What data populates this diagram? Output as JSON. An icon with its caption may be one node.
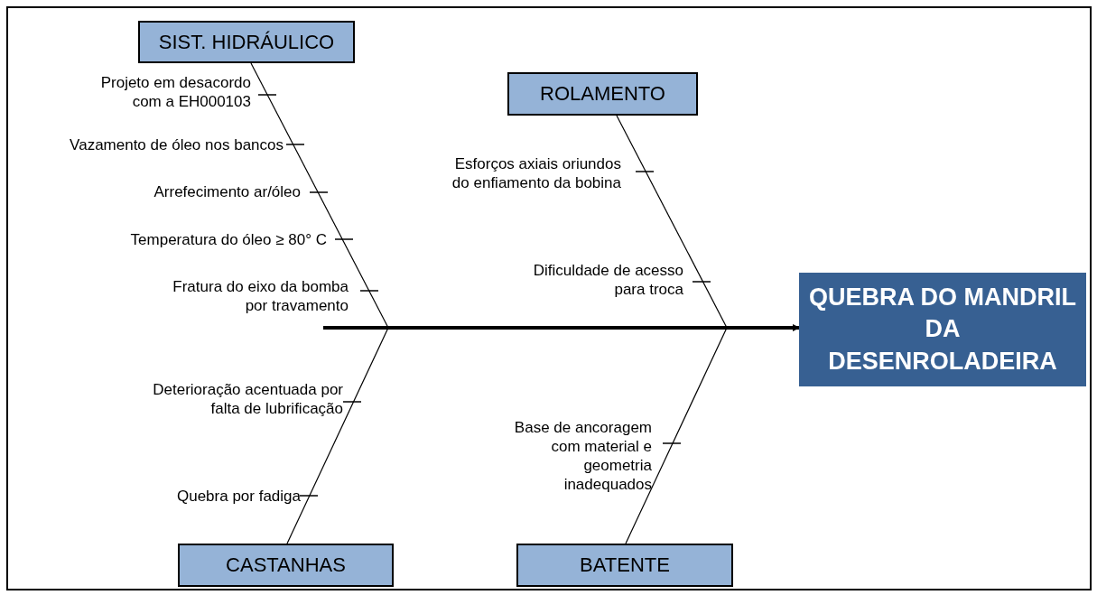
{
  "diagram": {
    "nodes": [
      {
        "text": [
          "SIST. HIDRÁULICO"
        ]
      },
      {
        "text": [
          "ROLAMENTO"
        ]
      },
      {
        "text": [
          "QUEBRA DO MANDRIL DA DESENROLADEIRA"
        ]
      },
      {
        "text": [
          "CASTANHAS"
        ]
      },
      {
        "text": [
          "BATENTE"
        ]
      }
    ],
    "edges": [
      {
        "from": null,
        "to": 2,
        "arrow": "to",
        "style": "thick"
      },
      {
        "from": 0,
        "to": null,
        "arrow": "none"
      },
      {
        "from": 1,
        "to": null,
        "arrow": "none"
      },
      {
        "from": 3,
        "to": null,
        "arrow": "none"
      },
      {
        "from": 4,
        "to": null,
        "arrow": "none"
      }
    ],
    "labels": [
      "Projeto em desacordo com a EH000103",
      "Vazamento de óleo nos bancos",
      "Arrefecimento ar/óleo",
      "Temperatura do óleo ≥ 80° C",
      "Fratura do eixo da bomba por travamento",
      "Esforços axiais oriundos do enfiamento da bobina",
      "Dificuldade de acesso para troca",
      "Deterioração acentuada por falta de lubrificação",
      "Quebra por fadiga",
      "Base de ancoragem com material e geometria inadequados"
    ]
  }
}
